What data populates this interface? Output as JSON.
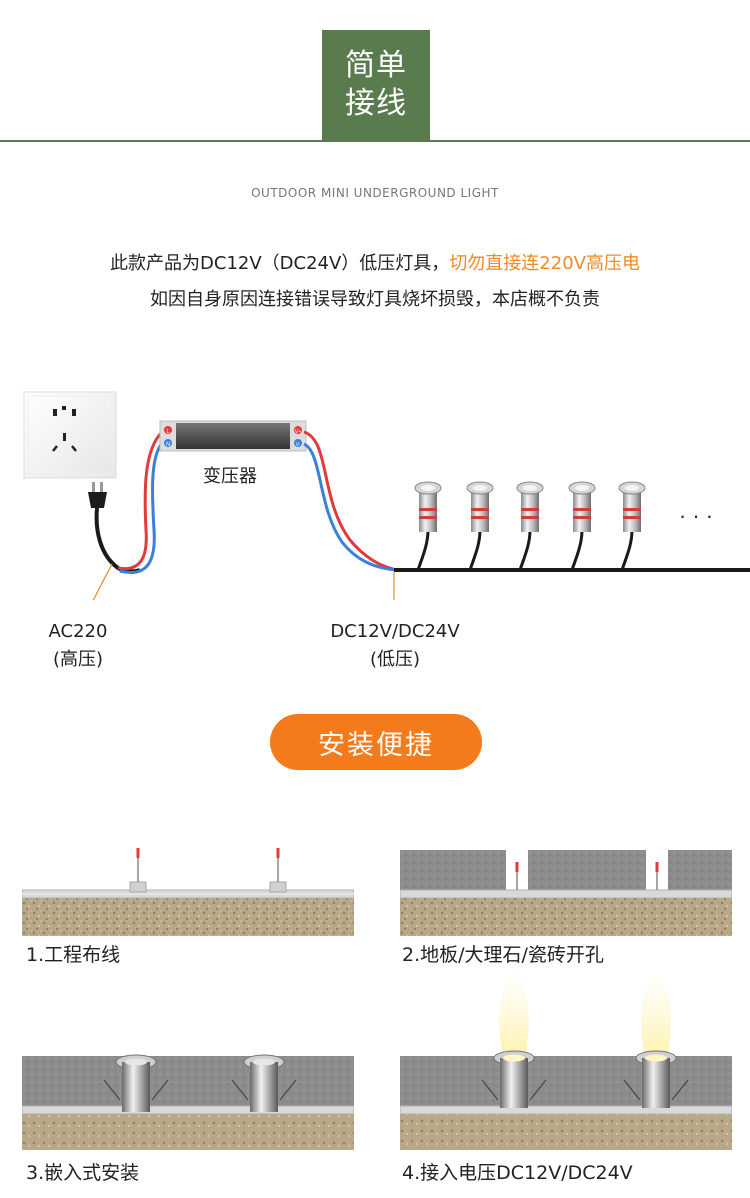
{
  "header": {
    "title_line1": "简单",
    "title_line2": "接线",
    "subtitle": "OUTDOOR MINI UNDERGROUND LIGHT"
  },
  "notice": {
    "line1_normal": "此款产品为DC12V（DC24V）低压灯具，",
    "line1_warning": "切勿直接连220V高压电",
    "line2": "如因自身原因连接错误导致灯具烧坏损毁，本店概不负责"
  },
  "diagram": {
    "transformer_label": "变压器",
    "terminal_l": "L",
    "terminal_n": "N",
    "terminal_vplus": "V+",
    "terminal_vminus": "V-",
    "ellipsis": "· · ·",
    "ac_label_line1": "AC220",
    "ac_label_line2": "(高压)",
    "dc_label_line1": "DC12V/DC24V",
    "dc_label_line2": "(低压)"
  },
  "install": {
    "badge": "安装便捷",
    "steps": [
      {
        "label": "1.工程布线"
      },
      {
        "label": "2.地板/大理石/瓷砖开孔"
      },
      {
        "label": "3.嵌入式安装"
      },
      {
        "label": "4.接入电压DC12V/DC24V"
      }
    ]
  },
  "colors": {
    "accent_green": "#5a7b4d",
    "accent_orange": "#f47b1c",
    "warning_text": "#f08a24",
    "wire_red": "#e03a3a",
    "wire_blue": "#3a7fd9"
  }
}
